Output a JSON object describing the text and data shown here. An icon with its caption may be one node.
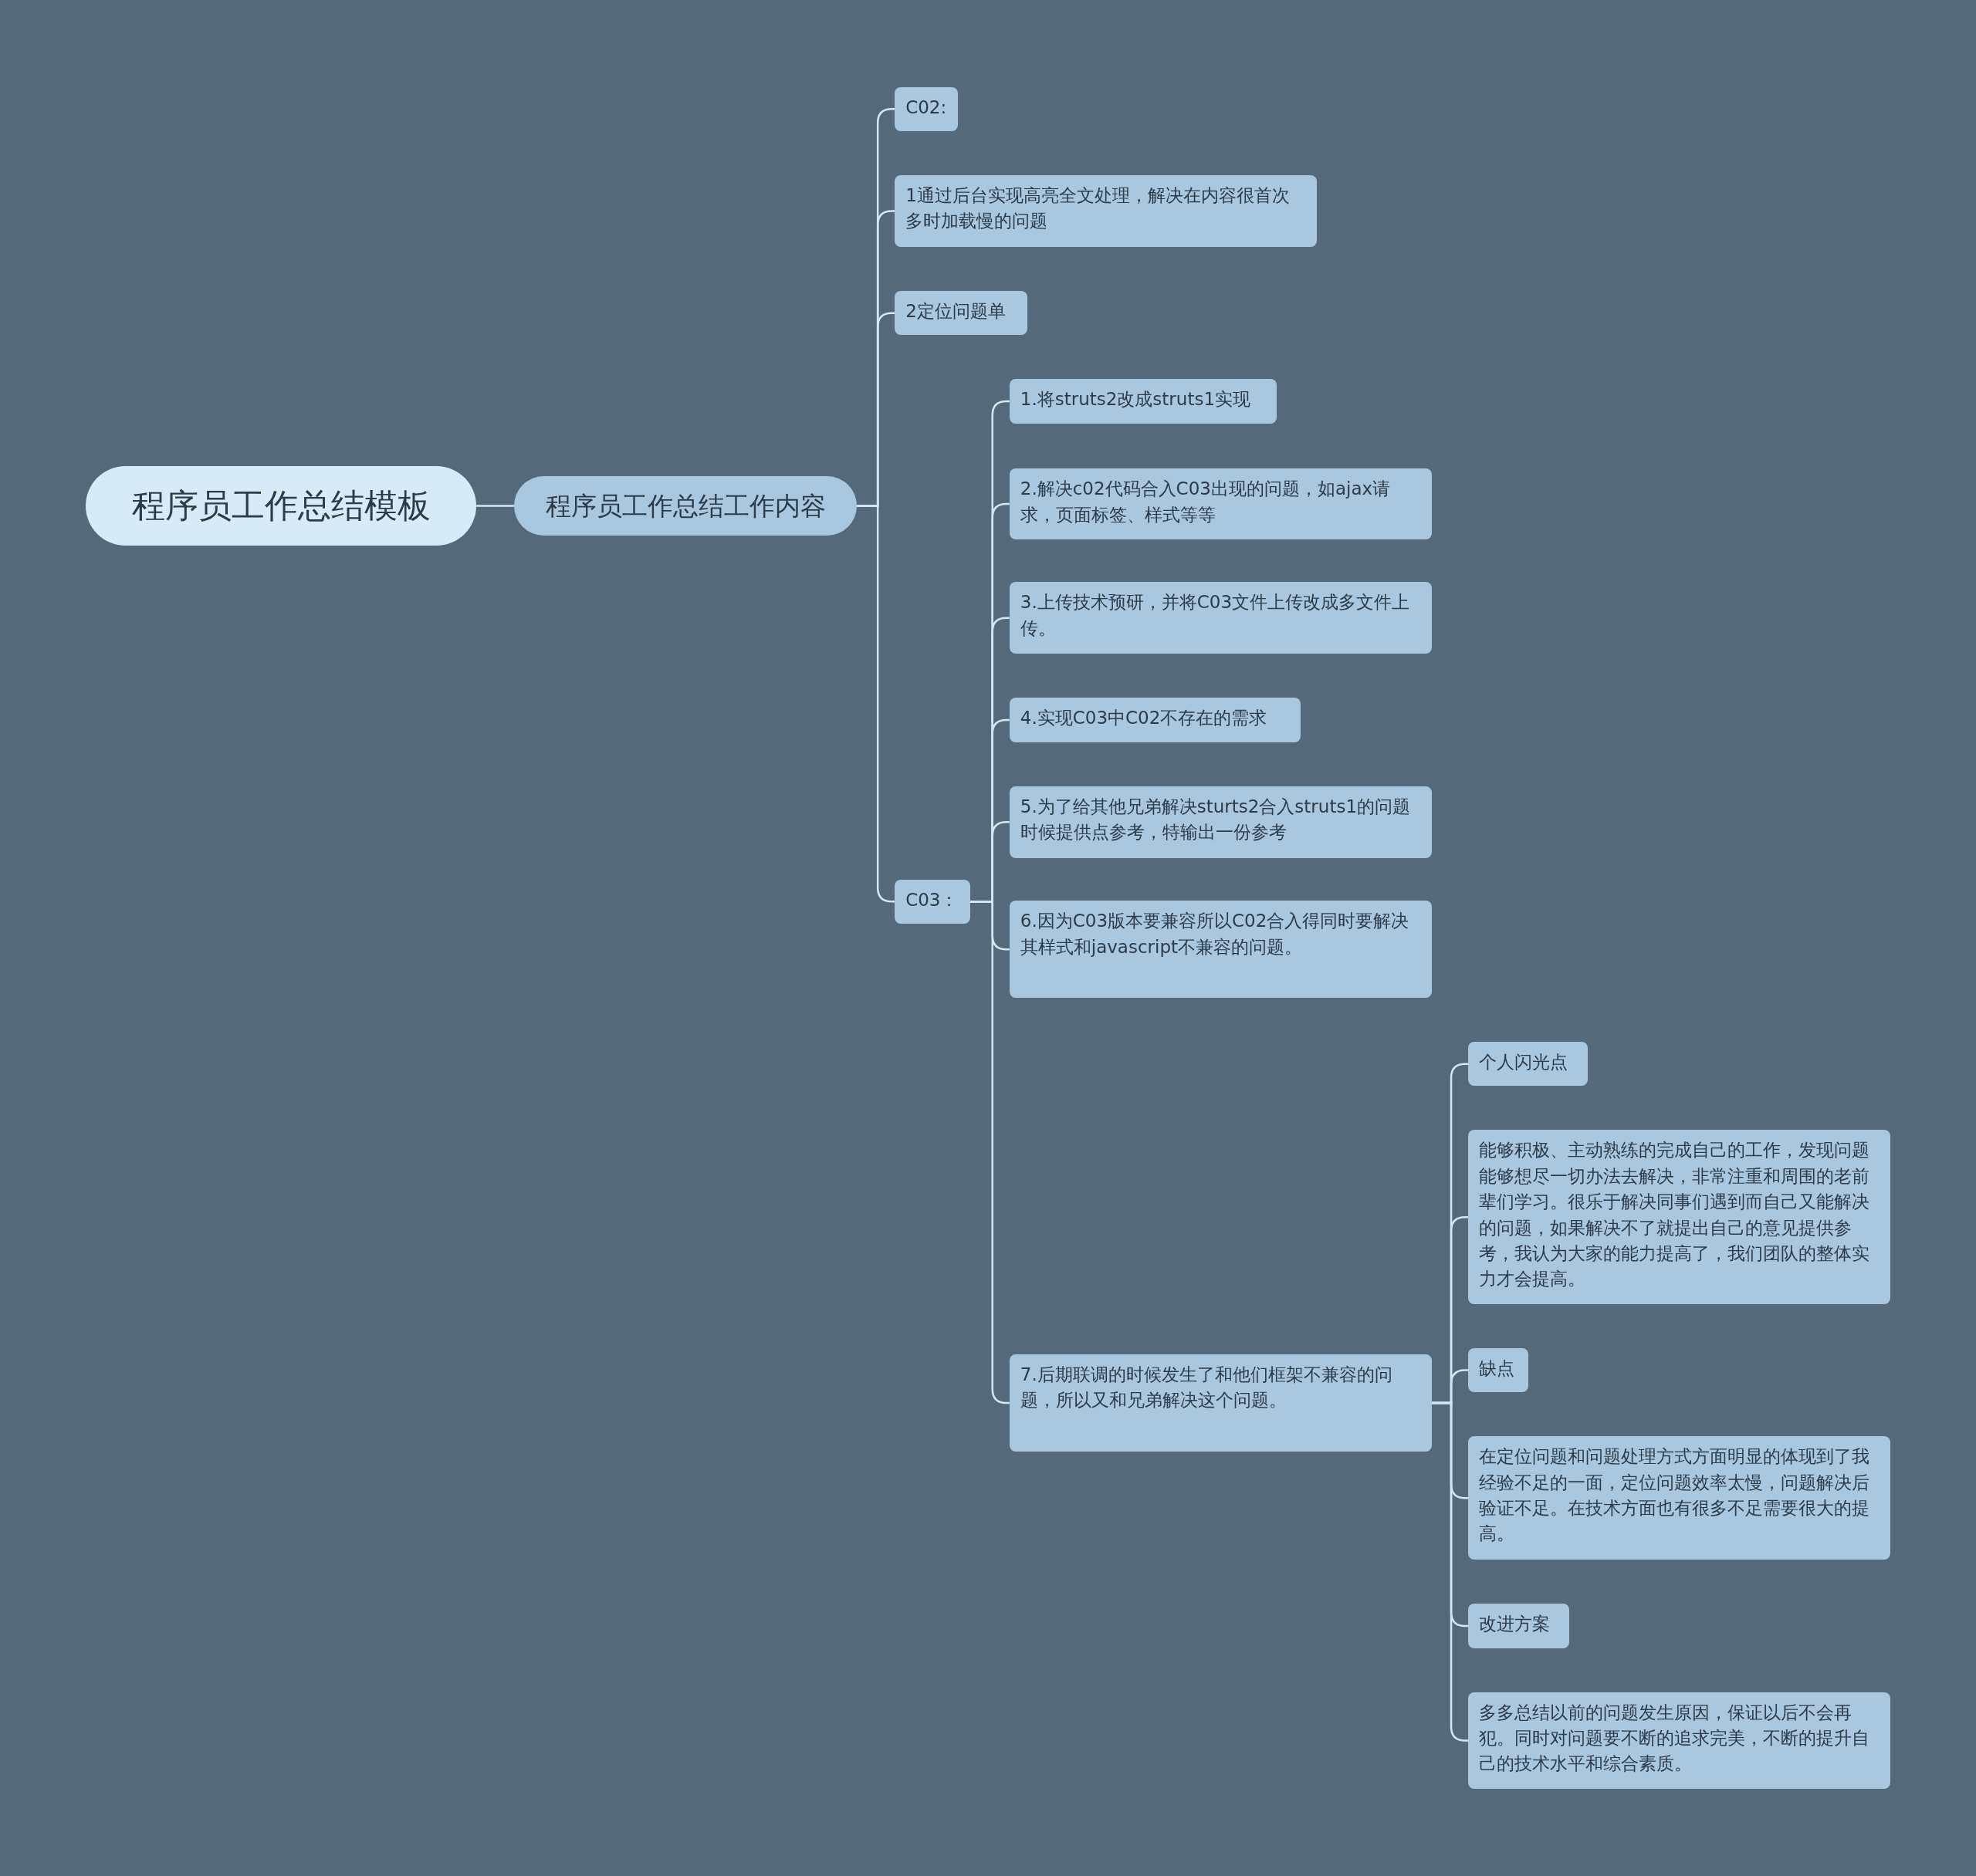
{
  "diagram": {
    "nodes": [
      {
        "text": [
          "程序员工作总结模板"
        ]
      },
      {
        "text": [
          "程序员工作总结工作内容"
        ]
      },
      {
        "text": [
          "C02:"
        ]
      },
      {
        "text": [
          "1通过后台实现高亮全文处理，解决在内容很首次多时加载慢的问题"
        ]
      },
      {
        "text": [
          "2定位问题单"
        ]
      },
      {
        "text": [
          "C03："
        ]
      },
      {
        "text": [
          "1.将struts2改成struts1实现"
        ]
      },
      {
        "text": [
          "2.解决c02代码合入C03出现的问题，如ajax请求，页面标签、样式等等"
        ]
      },
      {
        "text": [
          "3.上传技术预研，并将C03文件上传改成多文件上传。"
        ]
      },
      {
        "text": [
          "4.实现C03中C02不存在的需求"
        ]
      },
      {
        "text": [
          "5.为了给其他兄弟解决sturts2合入struts1的问题时候提供点参考，特输出一份参考"
        ]
      },
      {
        "text": [
          "6.因为C03版本要兼容所以C02合入得同时要解决其样式和javascript不兼容的问题。"
        ]
      },
      {
        "text": [
          "7.后期联调的时候发生了和他们框架不兼容的问题，所以又和兄弟解决这个问题。"
        ]
      },
      {
        "text": [
          "个人闪光点"
        ]
      },
      {
        "text": [
          "能够积极、主动熟练的完成自己的工作，发现问题能够想尽一切办法去解决，非常注重和周围的老前辈们学习。很乐于解决同事们遇到而自己又能解决的问题，如果解决不了就提出自己的意见提供参考，我认为大家的能力提高了，我们团队的整体实力才会提高。"
        ]
      },
      {
        "text": [
          "缺点"
        ]
      },
      {
        "text": [
          "在定位问题和问题处理方式方面明显的体现到了我经验不足的一面，定位问题效率太慢，问题解决后验证不足。在技术方面也有很多不足需要很大的提高。"
        ]
      },
      {
        "text": [
          "改进方案"
        ]
      },
      {
        "text": [
          "多多总结以前的问题发生原因，保证以后不会再犯。同时对问题要不断的追求完美，不断的提升自己的技术水平和综合素质。"
        ]
      }
    ],
    "edges": [
      {
        "from": 0,
        "to": 1,
        "arrow": "none"
      },
      {
        "from": 1,
        "to": 2,
        "arrow": "none"
      },
      {
        "from": 1,
        "to": 3,
        "arrow": "none"
      },
      {
        "from": 1,
        "to": 4,
        "arrow": "none"
      },
      {
        "from": 1,
        "to": 5,
        "arrow": "none"
      },
      {
        "from": 5,
        "to": 6,
        "arrow": "none"
      },
      {
        "from": 5,
        "to": 7,
        "arrow": "none"
      },
      {
        "from": 5,
        "to": 8,
        "arrow": "none"
      },
      {
        "from": 5,
        "to": 9,
        "arrow": "none"
      },
      {
        "from": 5,
        "to": 10,
        "arrow": "none"
      },
      {
        "from": 5,
        "to": 11,
        "arrow": "none"
      },
      {
        "from": 5,
        "to": 12,
        "arrow": "none"
      },
      {
        "from": 12,
        "to": 13,
        "arrow": "none"
      },
      {
        "from": 12,
        "to": 14,
        "arrow": "none"
      },
      {
        "from": 12,
        "to": 15,
        "arrow": "none"
      },
      {
        "from": 12,
        "to": 16,
        "arrow": "none"
      },
      {
        "from": 12,
        "to": 17,
        "arrow": "none"
      },
      {
        "from": 12,
        "to": 18,
        "arrow": "none"
      }
    ]
  }
}
